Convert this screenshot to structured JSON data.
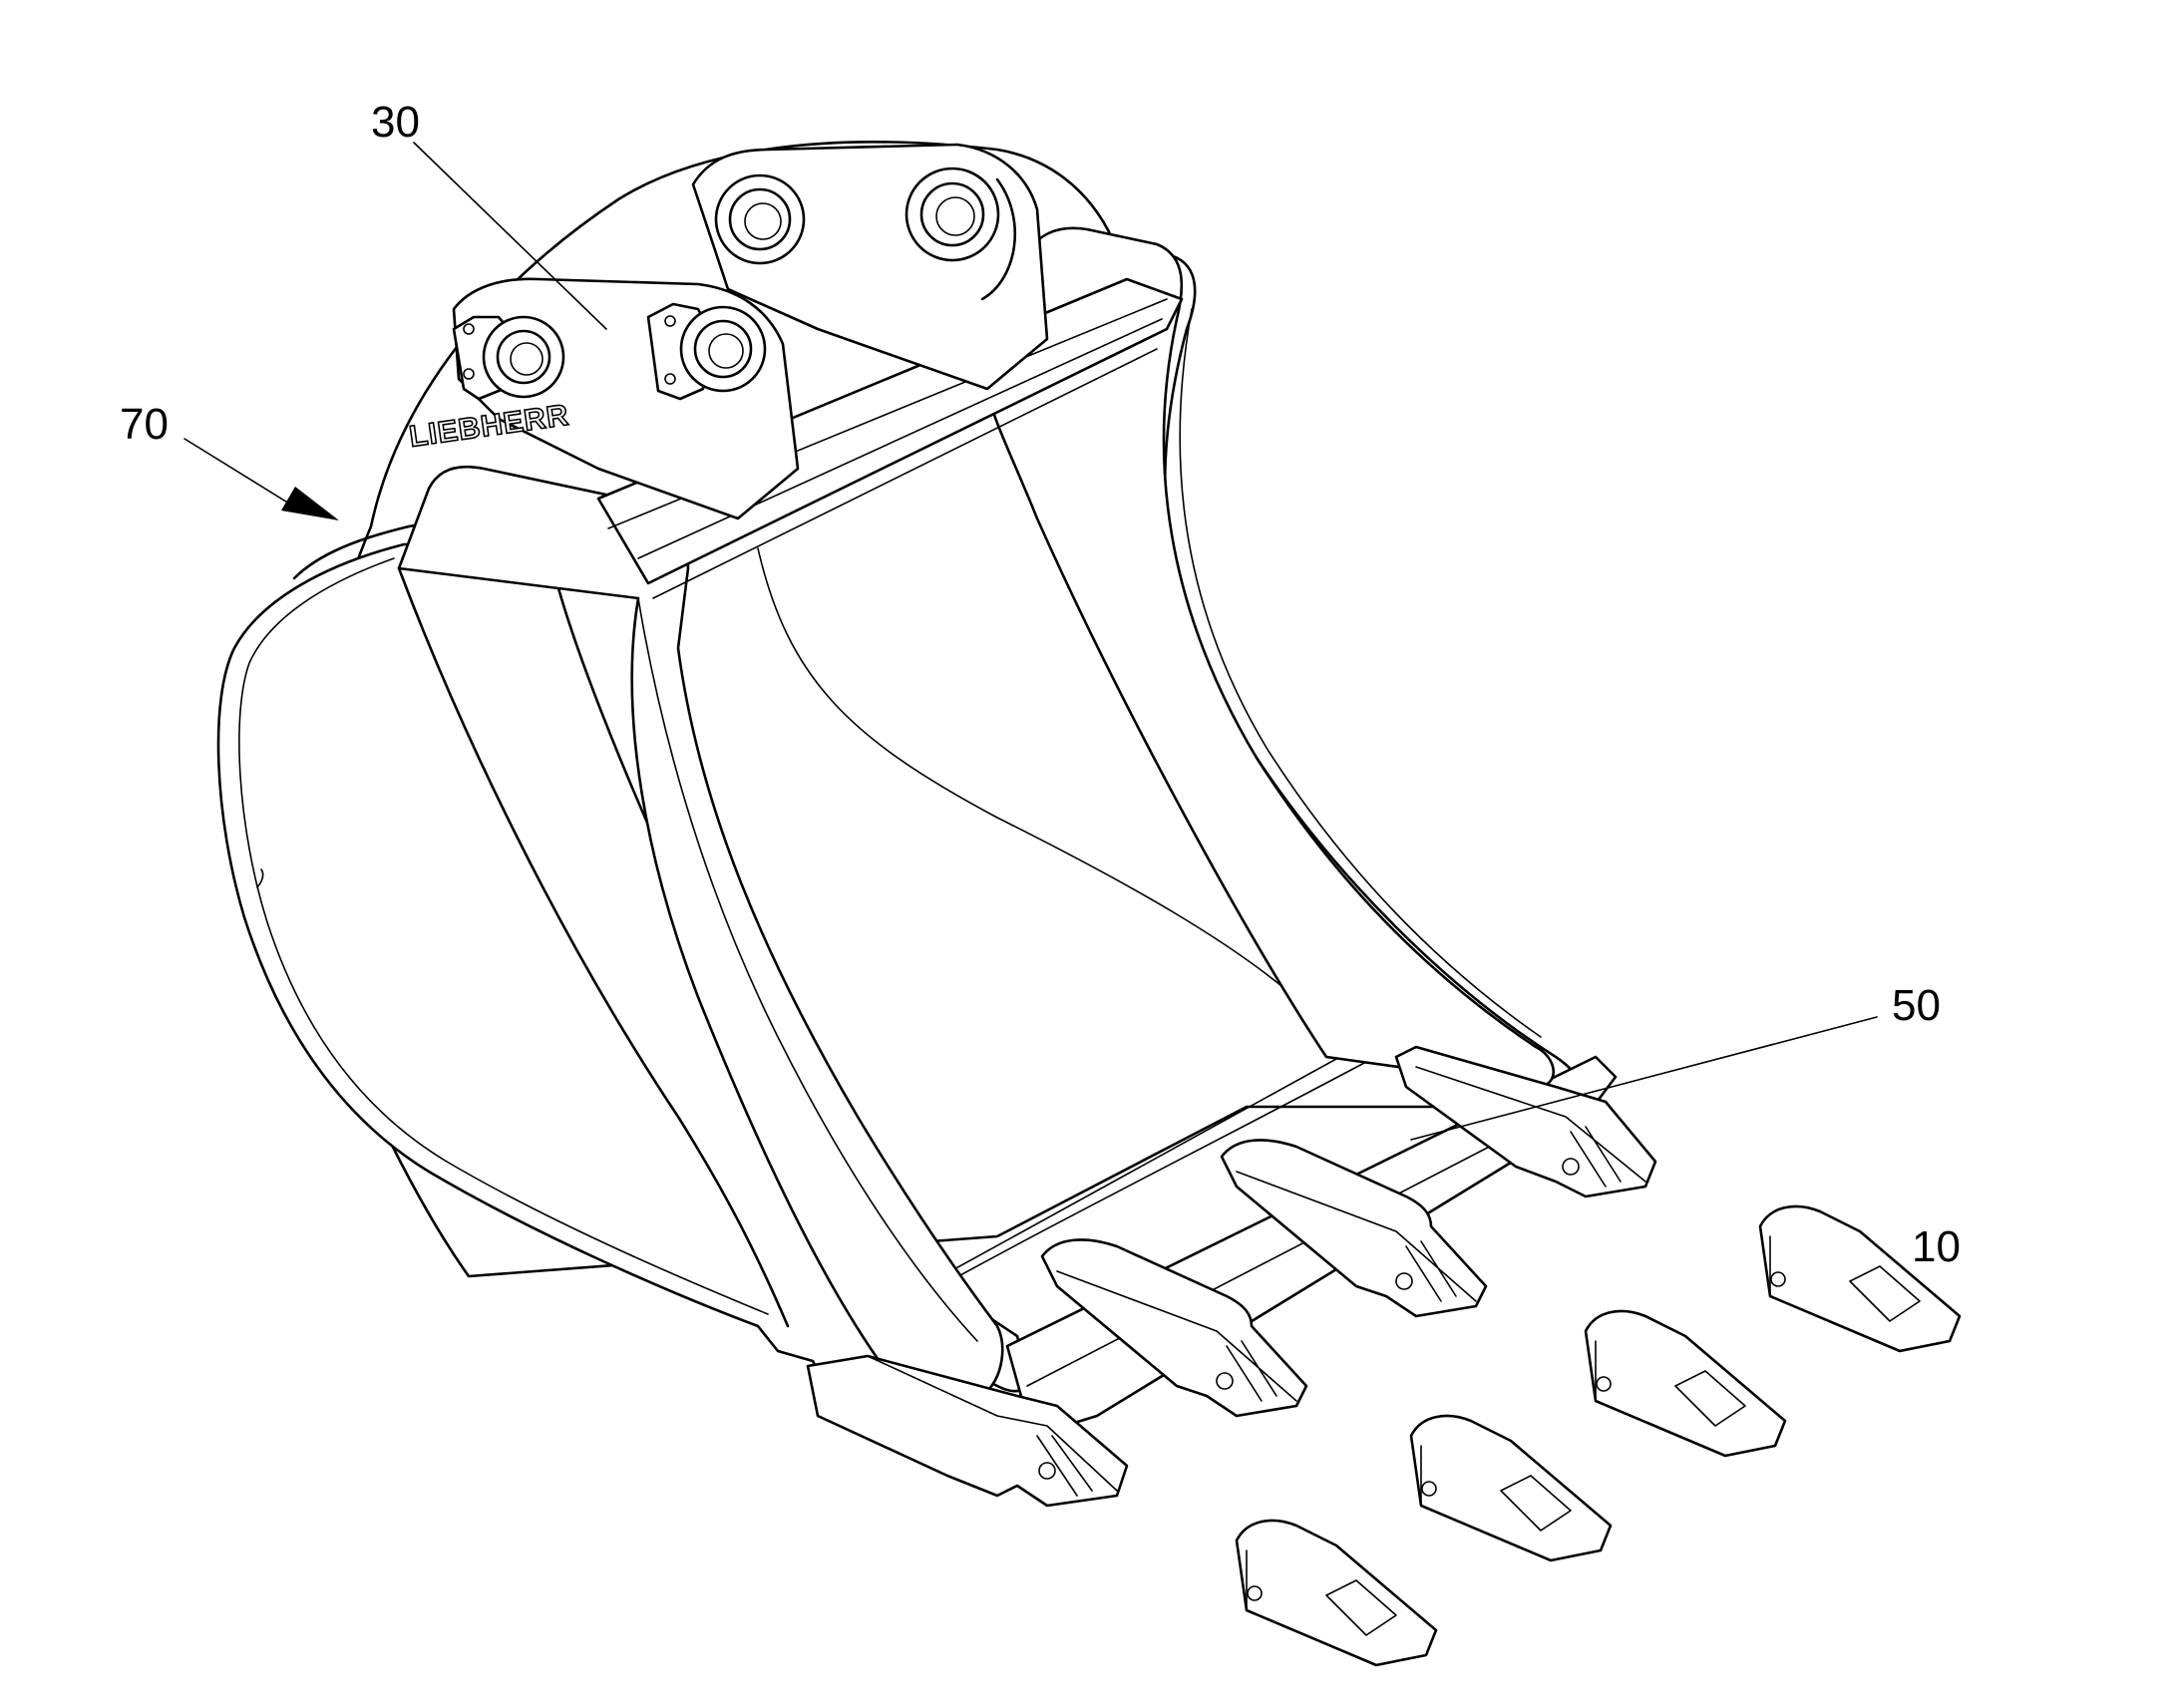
{
  "figure": {
    "callouts": [
      {
        "id": "callout-30",
        "label": "30"
      },
      {
        "id": "callout-70",
        "label": "70"
      },
      {
        "id": "callout-50",
        "label": "50"
      },
      {
        "id": "callout-10",
        "label": "10"
      }
    ],
    "logo": {
      "text": "LIEBHERR"
    }
  }
}
